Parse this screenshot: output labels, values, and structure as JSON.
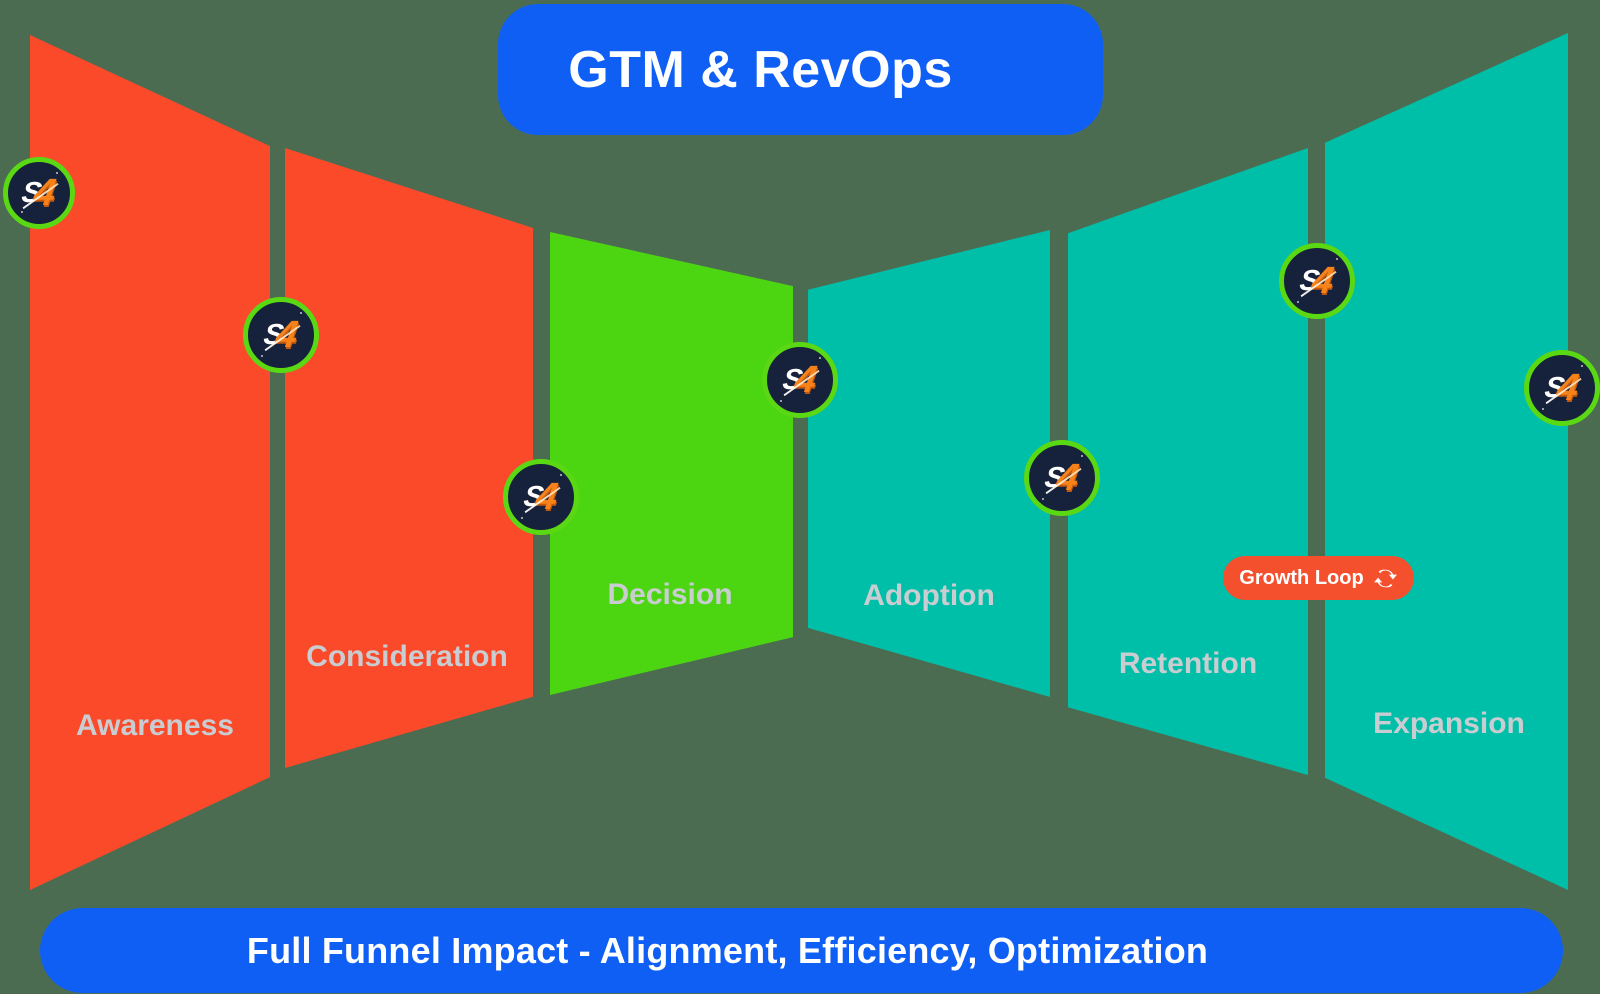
{
  "header": {
    "title": "GTM & RevOps",
    "background_color": "#0F5FF5",
    "text_color": "#FFFFFF"
  },
  "footer": {
    "title": "Full Funnel Impact - Alignment, Efficiency, Optimization",
    "background_color": "#0F5FF5",
    "text_color": "#FFFFFF"
  },
  "funnel": {
    "label_color": "#C9CDD1",
    "stages": [
      {
        "label": "Awareness",
        "color": "#FA4A29"
      },
      {
        "label": "Consideration",
        "color": "#FA4A29"
      },
      {
        "label": "Decision",
        "color": "#4CD611"
      },
      {
        "label": "Adoption",
        "color": "#00BFA8"
      },
      {
        "label": "Retention",
        "color": "#00BFA8"
      },
      {
        "label": "Expansion",
        "color": "#00BFA8"
      }
    ]
  },
  "growth_loop": {
    "label": "Growth Loop",
    "icon": "refresh-icon",
    "background_color": "#F4502E",
    "text_color": "#FFFFFF"
  },
  "logo_badge": {
    "letter_s": "S",
    "letter_4": "4",
    "count": 7,
    "ring_color": "#5BD814",
    "circle_color": "#16213B",
    "s_color": "#FFFFFF",
    "four_color": "#F8821A"
  },
  "background_color": "#4C6C52"
}
